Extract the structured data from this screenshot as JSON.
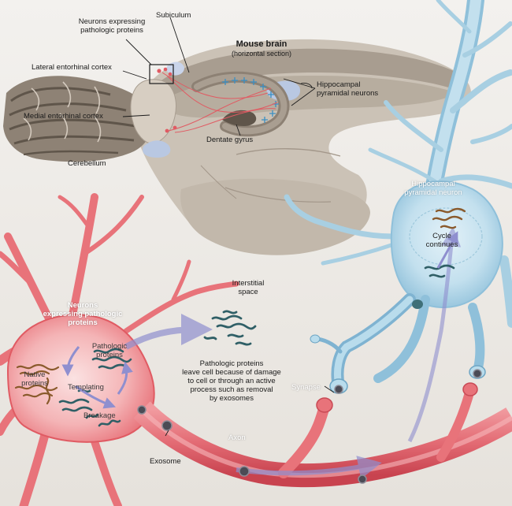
{
  "colors": {
    "background": "#ede9e3",
    "brain_tissue": "#c9bfb2",
    "brain_dark": "#8e8275",
    "cerebellum_folds": "#7b6f62",
    "ventricle_blue": "#b9c8e2",
    "neuron_red": "#e8737a",
    "neuron_red_dark": "#c94a55",
    "neuron_blue": "#a8cfe2",
    "neuron_blue_dark": "#6fa6c4",
    "protein_teal": "#2f5f66",
    "protein_brown": "#8a5a2c",
    "arrow_purple": "#8f8fcf"
  },
  "labels": {
    "mouse_brain_title": "Mouse brain",
    "mouse_brain_subtitle": "(horizontal section)",
    "subiculum": "Subiculum",
    "neurons_expressing_pathologic_proteins_top": [
      "Neurons expressing",
      "pathologic proteins"
    ],
    "lateral_entorhinal_cortex": "Lateral entorhinal cortex",
    "medial_entorhinal_cortex": "Medial entorhinal cortex",
    "hippocampal_pyramidal_neurons": [
      "Hippocampal",
      "pyramidal neurons"
    ],
    "dentate_gyrus": "Dentate gyrus",
    "cerebellum": "Cerebellum",
    "hippocampal_pyramidal_neuron": [
      "Hippocampal",
      "pyramidal neuron"
    ],
    "cycle_continues": [
      "Cycle",
      "continues"
    ],
    "interstitial_space": [
      "Interstitial",
      "space"
    ],
    "neurons_expressing_pathologic_proteins_cell": [
      "Neurons",
      "expressing pathologic",
      "proteins"
    ],
    "pathologic_proteins_inside": [
      "Pathologic",
      "proteins"
    ],
    "native_proteins": [
      "Native",
      "proteins"
    ],
    "templating": "Templating",
    "breakage": "Breakage",
    "pathologic_proteins_leave": [
      "Pathologic proteins",
      "leave cell because of damage",
      "to cell or through an active",
      "process such as removal",
      "by exosomes"
    ],
    "synapse": "Synapse",
    "axon": "Axon",
    "exosome": "Exosome"
  }
}
